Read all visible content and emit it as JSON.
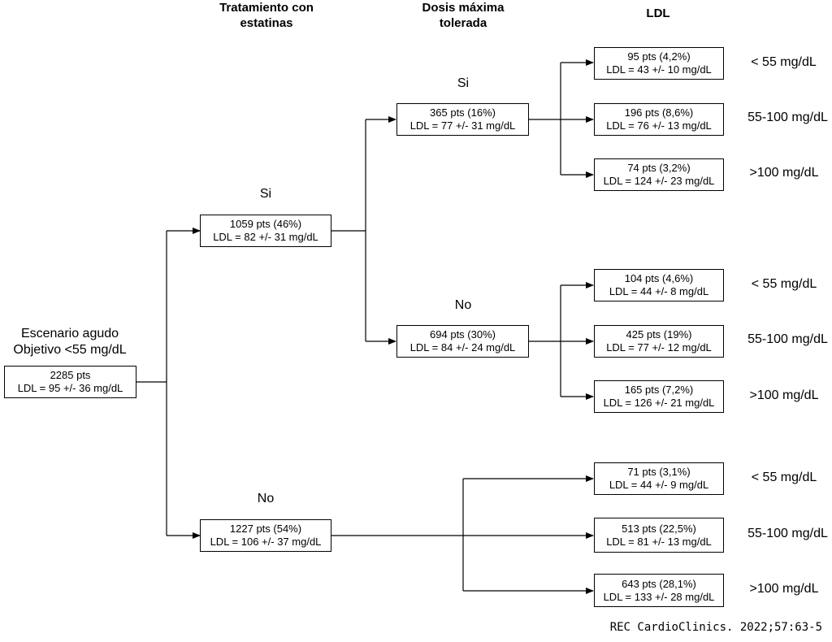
{
  "headers": {
    "statins": [
      "Tratamiento con",
      "estatinas"
    ],
    "max_dose": [
      "Dosis máxima",
      "tolerada"
    ],
    "ldl": [
      "LDL"
    ]
  },
  "root": {
    "title": [
      "Escenario agudo",
      "Objetivo <55 mg/dL"
    ],
    "box": [
      "2285 pts",
      "LDL = 95 +/- 36 mg/dL"
    ]
  },
  "statins_yes": {
    "label": "Si",
    "box": [
      "1059 pts (46%)",
      "LDL = 82 +/- 31 mg/dL"
    ]
  },
  "statins_no": {
    "label": "No",
    "box": [
      "1227 pts (54%)",
      "LDL = 106 +/- 37 mg/dL"
    ]
  },
  "dose_yes": {
    "label": "Si",
    "box": [
      "365 pts (16%)",
      "LDL = 77 +/- 31 mg/dL"
    ]
  },
  "dose_no": {
    "label": "No",
    "box": [
      "694 pts (30%)",
      "LDL = 84 +/- 24 mg/dL"
    ]
  },
  "outcomes": {
    "dose_yes": [
      {
        "box": [
          "95 pts (4,2%)",
          "LDL = 43 +/- 10 mg/dL"
        ],
        "range": "< 55 mg/dL"
      },
      {
        "box": [
          "196 pts (8,6%)",
          "LDL = 76 +/- 13 mg/dL"
        ],
        "range": "55-100 mg/dL"
      },
      {
        "box": [
          "74 pts (3,2%)",
          "LDL = 124 +/- 23 mg/dL"
        ],
        "range": ">100 mg/dL"
      }
    ],
    "dose_no": [
      {
        "box": [
          "104 pts (4,6%)",
          "LDL = 44 +/- 8 mg/dL"
        ],
        "range": "< 55 mg/dL"
      },
      {
        "box": [
          "425 pts (19%)",
          "LDL = 77 +/- 12 mg/dL"
        ],
        "range": "55-100 mg/dL"
      },
      {
        "box": [
          "165 pts (7,2%)",
          "LDL = 126 +/- 21 mg/dL"
        ],
        "range": ">100 mg/dL"
      }
    ],
    "statins_no": [
      {
        "box": [
          "71 pts (3,1%)",
          "LDL = 44 +/- 9 mg/dL"
        ],
        "range": "< 55 mg/dL"
      },
      {
        "box": [
          "513 pts (22,5%)",
          "LDL = 81 +/- 13 mg/dL"
        ],
        "range": "55-100 mg/dL"
      },
      {
        "box": [
          "643 pts (28,1%)",
          "LDL = 133 +/- 28 mg/dL"
        ],
        "range": ">100 mg/dL"
      }
    ]
  },
  "footer": "REC CardioClinics. 2022;57:63-5"
}
